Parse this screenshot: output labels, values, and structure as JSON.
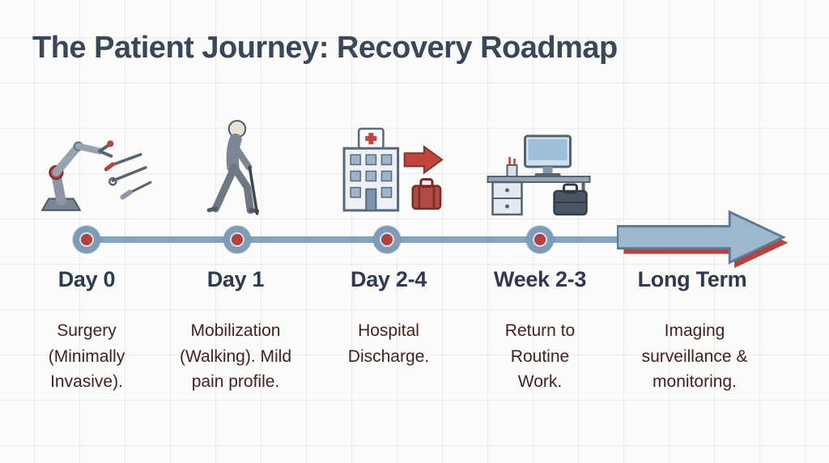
{
  "title": "The Patient Journey: Recovery Roadmap",
  "colors": {
    "title_text": "#3a4659",
    "timeline": "#86a3bd",
    "node_ring": "#7d9cb8",
    "node_core": "#b0413d",
    "arrow_fill": "#9db8ce",
    "arrow_accent": "#b5433f",
    "stage_label_text": "#2e3a4d",
    "description_text": "#43231f"
  },
  "stages": [
    {
      "label": "Day 0",
      "description": "Surgery (Minimally Invasive).",
      "icon": "surgical-robot-icon"
    },
    {
      "label": "Day 1",
      "description": "Mobilization (Walking). Mild pain profile.",
      "icon": "walking-patient-icon"
    },
    {
      "label": "Day 2-4",
      "description": "Hospital Discharge.",
      "icon": "hospital-discharge-icon"
    },
    {
      "label": "Week 2-3",
      "description": "Return to Routine Work.",
      "icon": "desk-work-icon"
    },
    {
      "label": "Long Term",
      "description": "Imaging surveillance & monitoring.",
      "icon": "forward-arrow-icon"
    }
  ]
}
